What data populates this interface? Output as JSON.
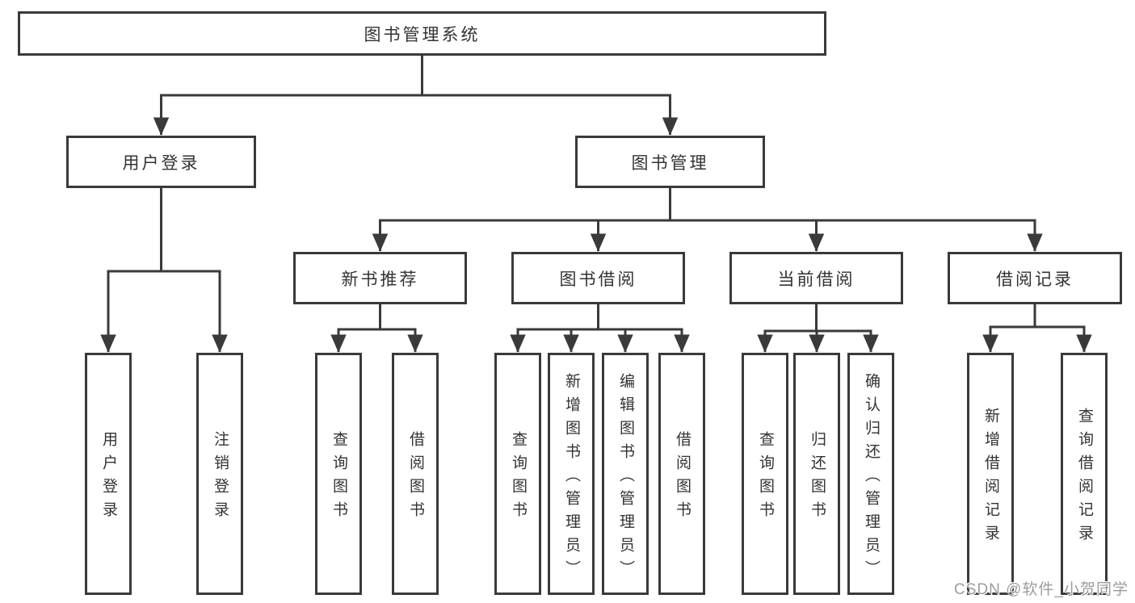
{
  "root": {
    "label": "图书管理系统"
  },
  "user_login": {
    "label": "用户登录",
    "children": {
      "login": "用户登录",
      "logout": "注销登录"
    }
  },
  "book_management": {
    "label": "图书管理",
    "new_book_rec": {
      "label": "新书推荐",
      "children": {
        "query": "查询图书",
        "borrow": "借阅图书"
      }
    },
    "book_borrow": {
      "label": "图书借阅",
      "children": {
        "query": "查询图书",
        "add": "新增图书（管理员）",
        "edit": "编辑图书（管理员）",
        "borrow": "借阅图书"
      }
    },
    "current_borrow": {
      "label": "当前借阅",
      "children": {
        "query": "查询图书",
        "return": "归还图书",
        "confirm": "确认归还（管理员）"
      }
    },
    "borrow_records": {
      "label": "借阅记录",
      "children": {
        "add": "新增借阅记录",
        "query": "查询借阅记录"
      }
    }
  },
  "watermark": "CSDN @软件_小贺同学",
  "colors": {
    "line": "#3a3a3a",
    "text": "#333333",
    "watermark": "#9c9c9c",
    "background": "#ffffff"
  }
}
